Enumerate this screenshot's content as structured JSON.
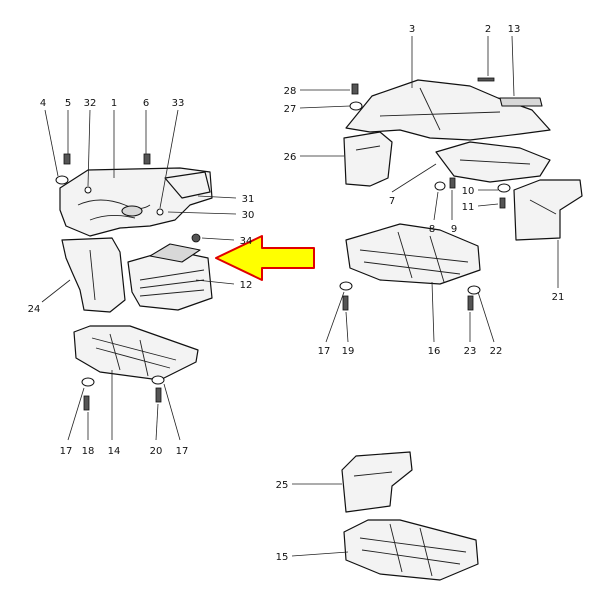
{
  "diagram": {
    "labels": {
      "l1": "1",
      "l2": "2",
      "l3": "3",
      "l4": "4",
      "l5": "5",
      "l6": "6",
      "l7": "7",
      "l8": "8",
      "l9": "9",
      "l10": "10",
      "l11": "11",
      "l12": "12",
      "l13": "13",
      "l14": "14",
      "l15": "15",
      "l16": "16",
      "l17a": "17",
      "l17b": "17",
      "l17c": "17",
      "l18": "18",
      "l19": "19",
      "l20": "20",
      "l21": "21",
      "l22": "22",
      "l23": "23",
      "l24": "24",
      "l25": "25",
      "l26": "26",
      "l27": "27",
      "l28": "28",
      "l30": "30",
      "l31": "31",
      "l32": "32",
      "l33": "33",
      "l34": "34"
    },
    "highlight": {
      "arrow_fill": "#ffff00",
      "arrow_stroke": "#e00000",
      "points_to": "12"
    }
  }
}
